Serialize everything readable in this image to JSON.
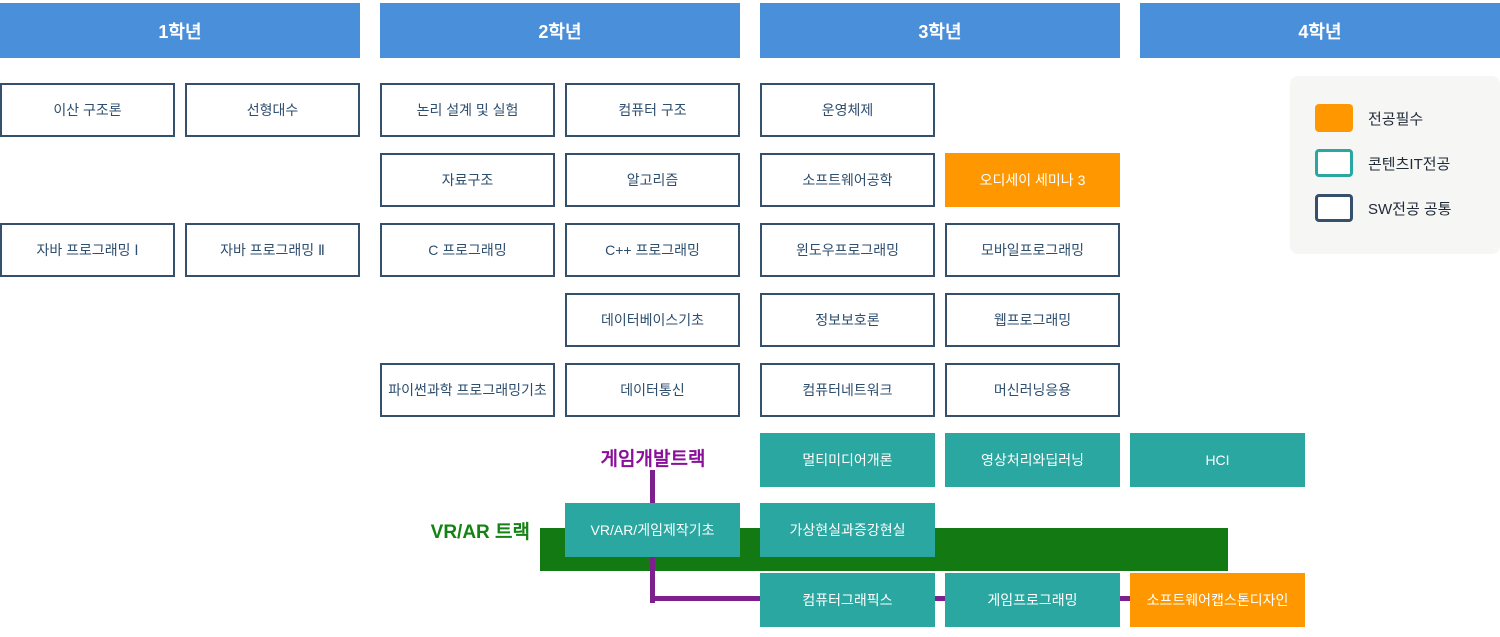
{
  "headers": [
    {
      "label": "1학년"
    },
    {
      "label": "2학년"
    },
    {
      "label": "3학년"
    },
    {
      "label": "4학년"
    }
  ],
  "legend": [
    {
      "label": "전공필수",
      "type": "required"
    },
    {
      "label": "콘텐츠IT전공",
      "type": "contents"
    },
    {
      "label": "SW전공 공통",
      "type": "common"
    }
  ],
  "tracks": {
    "game_label": "게임개발트랙",
    "vrar_label": "VR/AR 트랙"
  },
  "colors": {
    "header_blue": "#4a8fd9",
    "required_orange": "#ff9800",
    "contents_teal": "#2aa7a0",
    "common_border_navy": "#35506b",
    "vrar_track_green": "#137a13",
    "game_track_purple": "#7d1f8d"
  },
  "courses": [
    {
      "label": "이산 구조론",
      "col": 0,
      "slot": 0,
      "row": 0,
      "type": "common"
    },
    {
      "label": "선형대수",
      "col": 0,
      "slot": 1,
      "row": 0,
      "type": "common"
    },
    {
      "label": "자바 프로그래밍 Ⅰ",
      "col": 0,
      "slot": 0,
      "row": 2,
      "type": "common"
    },
    {
      "label": "자바 프로그래밍 Ⅱ",
      "col": 0,
      "slot": 1,
      "row": 2,
      "type": "common"
    },
    {
      "label": "논리 설계 및 실험",
      "col": 1,
      "slot": 0,
      "row": 0,
      "type": "common"
    },
    {
      "label": "컴퓨터 구조",
      "col": 1,
      "slot": 1,
      "row": 0,
      "type": "common"
    },
    {
      "label": "자료구조",
      "col": 1,
      "slot": 0,
      "row": 1,
      "type": "common"
    },
    {
      "label": "알고리즘",
      "col": 1,
      "slot": 1,
      "row": 1,
      "type": "common"
    },
    {
      "label": "C 프로그래밍",
      "col": 1,
      "slot": 0,
      "row": 2,
      "type": "common"
    },
    {
      "label": "C++ 프로그래밍",
      "col": 1,
      "slot": 1,
      "row": 2,
      "type": "common"
    },
    {
      "label": "데이터베이스기초",
      "col": 1,
      "slot": 1,
      "row": 3,
      "type": "common"
    },
    {
      "label": "파이썬과학 프로그래밍기초",
      "col": 1,
      "slot": 0,
      "row": 4,
      "type": "common"
    },
    {
      "label": "데이터통신",
      "col": 1,
      "slot": 1,
      "row": 4,
      "type": "common"
    },
    {
      "label": "운영체제",
      "col": 2,
      "slot": 0,
      "row": 0,
      "type": "common"
    },
    {
      "label": "소프트웨어공학",
      "col": 2,
      "slot": 0,
      "row": 1,
      "type": "common"
    },
    {
      "label": "오디세이 세미나 3",
      "col": 2,
      "slot": 1,
      "row": 1,
      "type": "required"
    },
    {
      "label": "윈도우프로그래밍",
      "col": 2,
      "slot": 0,
      "row": 2,
      "type": "common"
    },
    {
      "label": "모바일프로그래밍",
      "col": 2,
      "slot": 1,
      "row": 2,
      "type": "common"
    },
    {
      "label": "정보보호론",
      "col": 2,
      "slot": 0,
      "row": 3,
      "type": "common"
    },
    {
      "label": "웹프로그래밍",
      "col": 2,
      "slot": 1,
      "row": 3,
      "type": "common"
    },
    {
      "label": "컴퓨터네트워크",
      "col": 2,
      "slot": 0,
      "row": 4,
      "type": "common"
    },
    {
      "label": "머신러닝응용",
      "col": 2,
      "slot": 1,
      "row": 4,
      "type": "common"
    },
    {
      "label": "멀티미디어개론",
      "col": 2,
      "slot": 0,
      "row": 5,
      "type": "contents"
    },
    {
      "label": "영상처리와딥러닝",
      "col": 2,
      "slot": 1,
      "row": 5,
      "type": "contents"
    },
    {
      "label": "HCI",
      "col": 3,
      "slot": 0,
      "row": 5,
      "type": "contents"
    },
    {
      "label": "VR/AR/게임제작기초",
      "col": 1,
      "slot": 1,
      "row": 6,
      "type": "contents"
    },
    {
      "label": "가상현실과증강현실",
      "col": 2,
      "slot": 0,
      "row": 6,
      "type": "contents"
    },
    {
      "label": "컴퓨터그래픽스",
      "col": 2,
      "slot": 0,
      "row": 7,
      "type": "contents"
    },
    {
      "label": "게임프로그래밍",
      "col": 2,
      "slot": 1,
      "row": 7,
      "type": "contents"
    },
    {
      "label": "소프트웨어캡스톤디자인",
      "col": 3,
      "slot": 0,
      "row": 7,
      "type": "required"
    }
  ]
}
